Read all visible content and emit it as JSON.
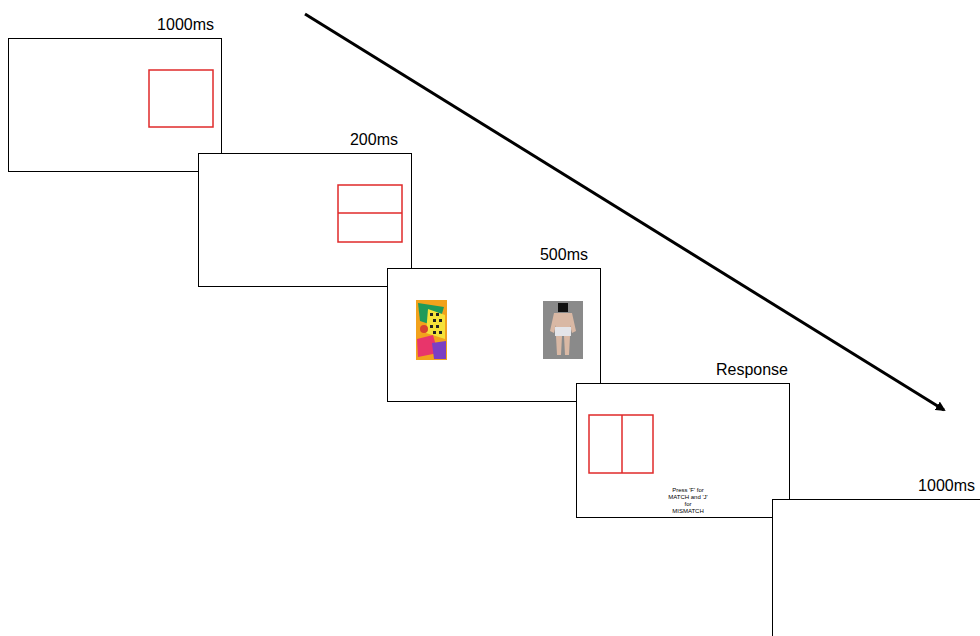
{
  "diagram": {
    "nodes": [
      {
        "text": [
          "1000ms"
        ]
      },
      {
        "text": [
          "200ms"
        ]
      },
      {
        "text": [
          "500ms"
        ]
      },
      {
        "text": [
          "Response",
          "Press 'F' for MATCH and 'J' for MISMATCH"
        ]
      },
      {
        "text": [
          "1000ms"
        ]
      }
    ]
  }
}
